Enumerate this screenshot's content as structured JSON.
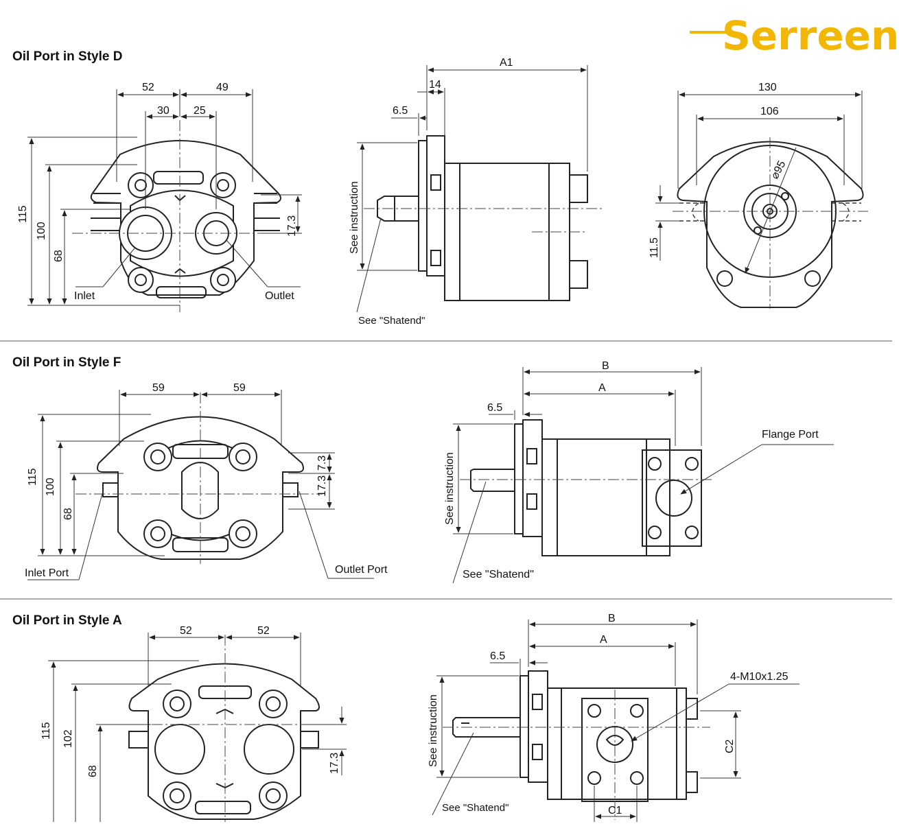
{
  "brand": {
    "name": "Serreen",
    "color": "#f2b705"
  },
  "sections": {
    "d": {
      "title": "Oil Port in Style D",
      "front": {
        "dim_52": "52",
        "dim_49": "49",
        "dim_30": "30",
        "dim_25": "25",
        "dim_115": "115",
        "dim_100": "100",
        "dim_68": "68",
        "dim_17_3": "17.3",
        "inlet": "Inlet",
        "outlet": "Outlet"
      },
      "side": {
        "dim_a1": "A1",
        "dim_14": "14",
        "dim_6_5": "6.5",
        "see_instruction": "See instruction",
        "see_shatend": "See \"Shatend\""
      },
      "end": {
        "dim_130": "130",
        "dim_106": "106",
        "dim_phi95": "⌀95",
        "dim_11_5": "11.5"
      }
    },
    "f": {
      "title": "Oil Port in Style F",
      "front": {
        "dim_59_left": "59",
        "dim_59_right": "59",
        "dim_115": "115",
        "dim_100": "100",
        "dim_68": "68",
        "dim_17_3": "17.3",
        "dim_7_3": "7.3",
        "inlet_port": "Inlet Port",
        "outlet_port": "Outlet Port"
      },
      "side": {
        "dim_b": "B",
        "dim_a": "A",
        "dim_6_5": "6.5",
        "see_instruction": "See instruction",
        "see_shatend": "See \"Shatend\"",
        "flange_port": "Flange Port"
      }
    },
    "a": {
      "title": "Oil Port in Style A",
      "front": {
        "dim_52_left": "52",
        "dim_52_right": "52",
        "dim_115": "115",
        "dim_102": "102",
        "dim_68": "68",
        "dim_17_3": "17.3"
      },
      "side": {
        "dim_b": "B",
        "dim_a": "A",
        "dim_6_5": "6.5",
        "see_instruction": "See instruction",
        "see_shatend": "See \"Shatend\"",
        "thread": "4-M10x1.25",
        "dim_c1": "C1",
        "dim_c2": "C2"
      }
    }
  }
}
